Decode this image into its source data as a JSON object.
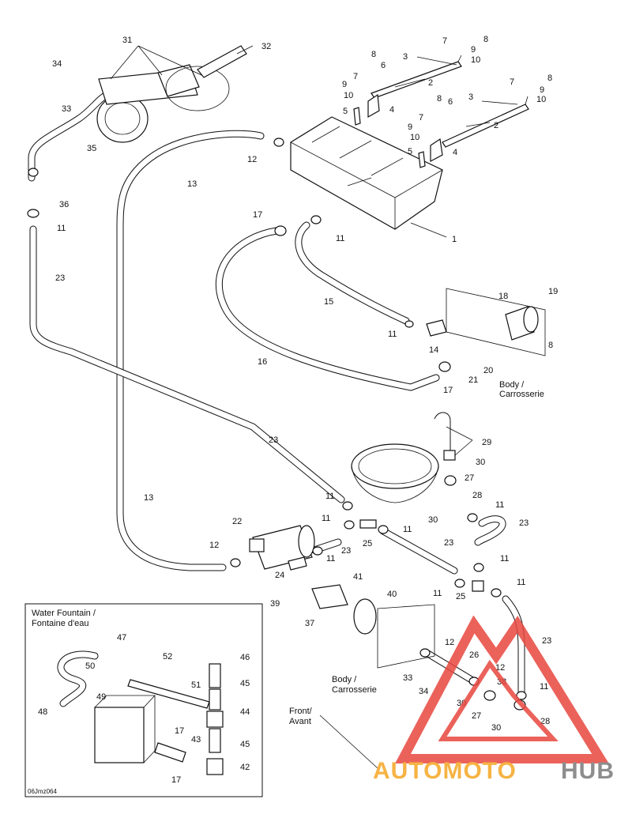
{
  "diagram": {
    "callouts": [
      "1",
      "2",
      "3",
      "4",
      "5",
      "6",
      "7",
      "8",
      "9",
      "10",
      "11",
      "12",
      "13",
      "14",
      "15",
      "16",
      "17",
      "18",
      "19",
      "20",
      "21",
      "22",
      "23",
      "24",
      "25",
      "26",
      "27",
      "28",
      "29",
      "30",
      "31",
      "32",
      "33",
      "34",
      "35",
      "36",
      "37",
      "38",
      "39",
      "40",
      "41",
      "42",
      "43",
      "44",
      "45",
      "46",
      "47",
      "48",
      "49",
      "50",
      "51",
      "52"
    ],
    "notes": {
      "body_1_line1": "Body /",
      "body_1_line2": "Carrosserie",
      "body_2_line1": "Body /",
      "body_2_line2": "Carrosserie",
      "front_line1": "Front/",
      "front_line2": "Avant",
      "inset_title_line1": "Water Fountain /",
      "inset_title_line2": "Fontaine d'eau",
      "ref_code": "06Jmz064"
    },
    "watermark": {
      "text_orange": "AUTOMOTO",
      "text_gray": "HUB",
      "color_red": "#e8473f",
      "color_orange": "#f5a623",
      "color_gray": "#7a7a7a"
    }
  }
}
